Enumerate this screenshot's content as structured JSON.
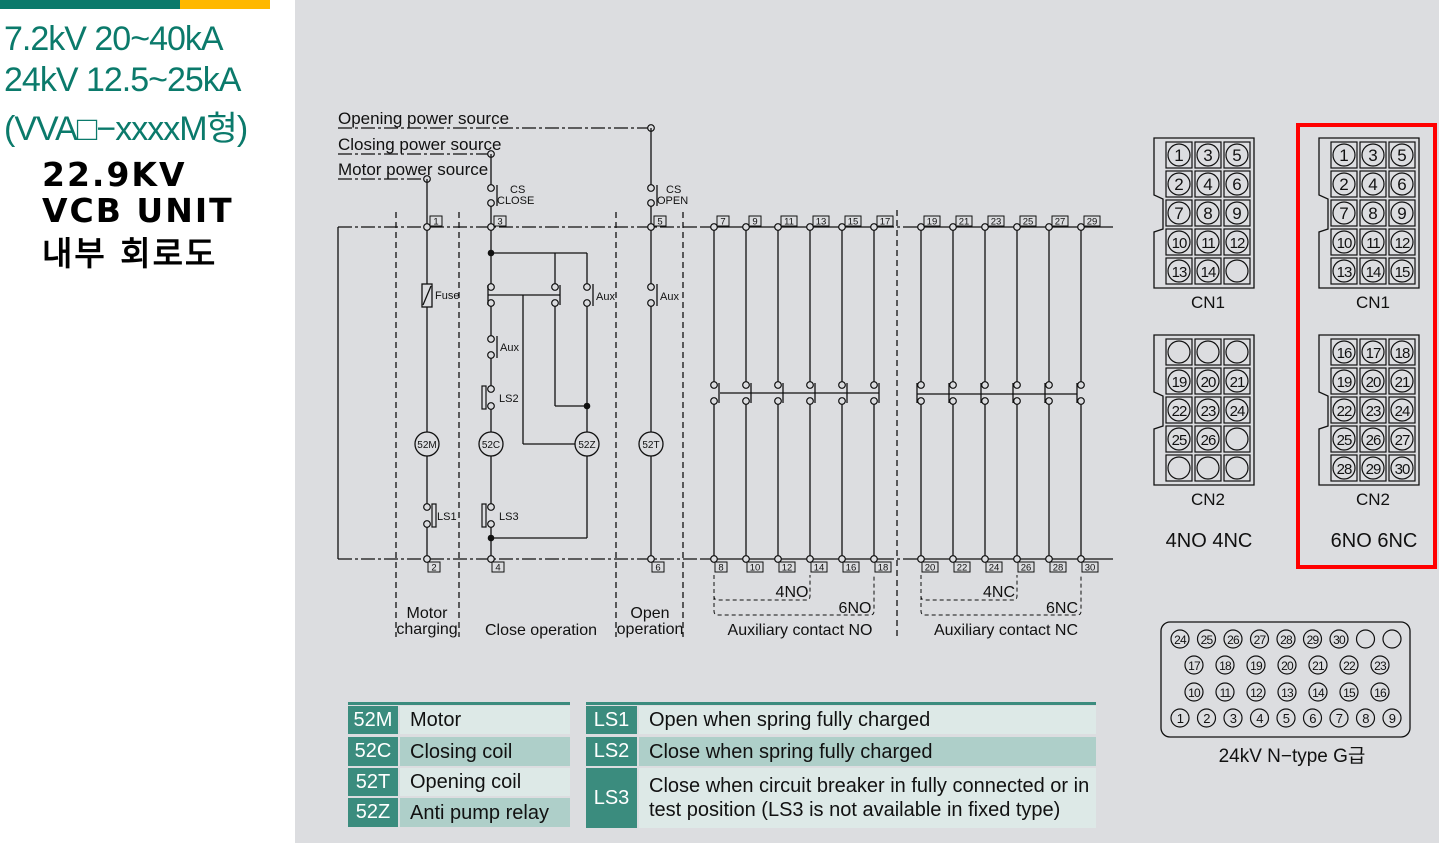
{
  "header": {
    "spec_lines": [
      "7.2kV 20~40kA",
      "24kV 12.5~25kA",
      "(VVA□−xxxxM형)"
    ],
    "title_lines": [
      "22.9KV",
      "VCB UNIT",
      "내부 회로도"
    ]
  },
  "colors": {
    "teal": "#0b7a6b",
    "yellow": "#ffb800",
    "highlight": "#ff0000",
    "legend_code": "#3b8c7e",
    "legend_light": "#dde9e7",
    "legend_dark": "#aecfc9"
  },
  "circuit": {
    "sources": {
      "opening": "Opening power source",
      "closing": "Closing power source",
      "motor": "Motor power source"
    },
    "cs_close": [
      "CS",
      "CLOSE"
    ],
    "cs_open": [
      "CS",
      "OPEN"
    ],
    "labels": {
      "fuse": "Fuse",
      "aux": "Aux",
      "ls1": "LS1",
      "ls2": "LS2",
      "ls3": "LS3",
      "m": "52M",
      "c": "52C",
      "z": "52Z",
      "t": "52T"
    },
    "terminals_top": [
      "1",
      "3",
      "5"
    ],
    "terminals_bottom": [
      "2",
      "4",
      "6"
    ],
    "no_top": [
      "7",
      "9",
      "11",
      "13",
      "15",
      "17"
    ],
    "no_bottom": [
      "8",
      "10",
      "12",
      "14",
      "16",
      "18"
    ],
    "nc_top": [
      "19",
      "21",
      "23",
      "25",
      "27",
      "29"
    ],
    "nc_bottom": [
      "20",
      "22",
      "24",
      "26",
      "28",
      "30"
    ],
    "groups": {
      "motor": [
        "Motor",
        "charging"
      ],
      "close": "Close operation",
      "open": [
        "Open",
        "operation"
      ],
      "aux_no": "Auxiliary contact NO",
      "aux_nc": "Auxiliary contact NC",
      "no4": "4NO",
      "no6": "6NO",
      "nc4": "4NC",
      "nc6": "6NC"
    }
  },
  "connectors": [
    {
      "variant": "4NO 4NC",
      "highlighted": false,
      "cn1": {
        "label": "CN1",
        "pins": [
          "1",
          "3",
          "5",
          "2",
          "4",
          "6",
          "7",
          "8",
          "9",
          "10",
          "11",
          "12",
          "13",
          "14",
          ""
        ]
      },
      "cn2": {
        "label": "CN2",
        "pins": [
          "",
          "",
          "",
          "19",
          "20",
          "21",
          "22",
          "23",
          "24",
          "25",
          "26",
          "",
          "",
          "",
          ""
        ]
      }
    },
    {
      "variant": "6NO 6NC",
      "highlighted": true,
      "cn1": {
        "label": "CN1",
        "pins": [
          "1",
          "3",
          "5",
          "2",
          "4",
          "6",
          "7",
          "8",
          "9",
          "10",
          "11",
          "12",
          "13",
          "14",
          "15"
        ]
      },
      "cn2": {
        "label": "CN2",
        "pins": [
          "16",
          "17",
          "18",
          "19",
          "20",
          "21",
          "22",
          "23",
          "24",
          "25",
          "26",
          "27",
          "28",
          "29",
          "30"
        ]
      }
    }
  ],
  "ntype": {
    "label": "24kV N−type G급",
    "rows": [
      [
        "24",
        "25",
        "26",
        "27",
        "28",
        "29",
        "30",
        "",
        ""
      ],
      [
        "17",
        "18",
        "19",
        "20",
        "21",
        "22",
        "23"
      ],
      [
        "10",
        "11",
        "12",
        "13",
        "14",
        "15",
        "16"
      ],
      [
        "1",
        "2",
        "3",
        "4",
        "5",
        "6",
        "7",
        "8",
        "9"
      ]
    ]
  },
  "legend_left": [
    {
      "code": "52M",
      "desc": "Motor"
    },
    {
      "code": "52C",
      "desc": "Closing coil"
    },
    {
      "code": "52T",
      "desc": "Opening coil"
    },
    {
      "code": "52Z",
      "desc": "Anti pump relay"
    }
  ],
  "legend_right": [
    {
      "code": "LS1",
      "desc": "Open when spring fully charged"
    },
    {
      "code": "LS2",
      "desc": "Close when spring fully charged"
    },
    {
      "code": "LS3",
      "desc": "Close when circuit breaker in fully connected or in test position (LS3 is not available in fixed type)"
    }
  ]
}
